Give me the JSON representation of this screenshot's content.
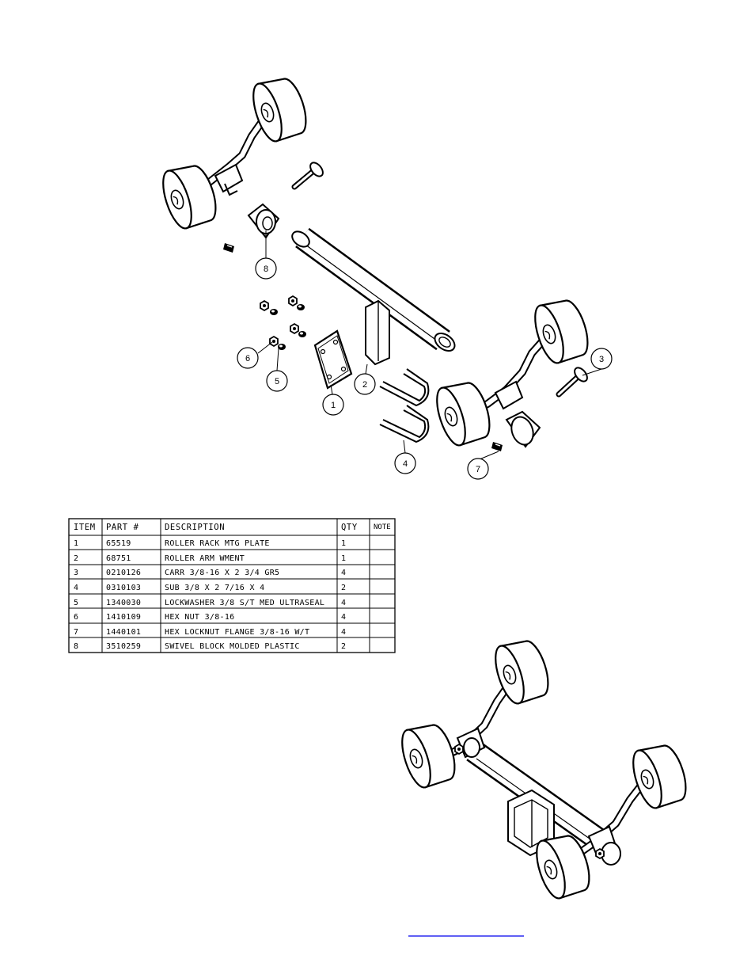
{
  "callouts": [
    "1",
    "2",
    "3",
    "4",
    "5",
    "6",
    "7",
    "8"
  ],
  "table": {
    "headers": [
      "ITEM",
      "PART #",
      "DESCRIPTION",
      "QTY",
      "NOTE"
    ],
    "rows": [
      [
        "1",
        "65519",
        "ROLLER RACK MTG PLATE",
        "1",
        ""
      ],
      [
        "2",
        "68751",
        "ROLLER ARM WMENT",
        "1",
        ""
      ],
      [
        "3",
        "0210126",
        "CARR 3/8-16 X 2 3/4 GR5",
        "4",
        ""
      ],
      [
        "4",
        "0310103",
        "SUB 3/8 X 2 7/16 X 4",
        "2",
        ""
      ],
      [
        "5",
        "1340030",
        "LOCKWASHER 3/8 S/T MED ULTRASEAL",
        "4",
        ""
      ],
      [
        "6",
        "1410109",
        "HEX NUT 3/8-16",
        "4",
        ""
      ],
      [
        "7",
        "1440101",
        "HEX LOCKNUT FLANGE 3/8-16 W/T",
        "4",
        ""
      ],
      [
        "8",
        "3510259",
        "SWIVEL BLOCK MOLDED PLASTIC",
        "2",
        ""
      ]
    ]
  },
  "colors": {
    "ink": "#000000",
    "link": "#0000ee",
    "paper": "#ffffff"
  }
}
